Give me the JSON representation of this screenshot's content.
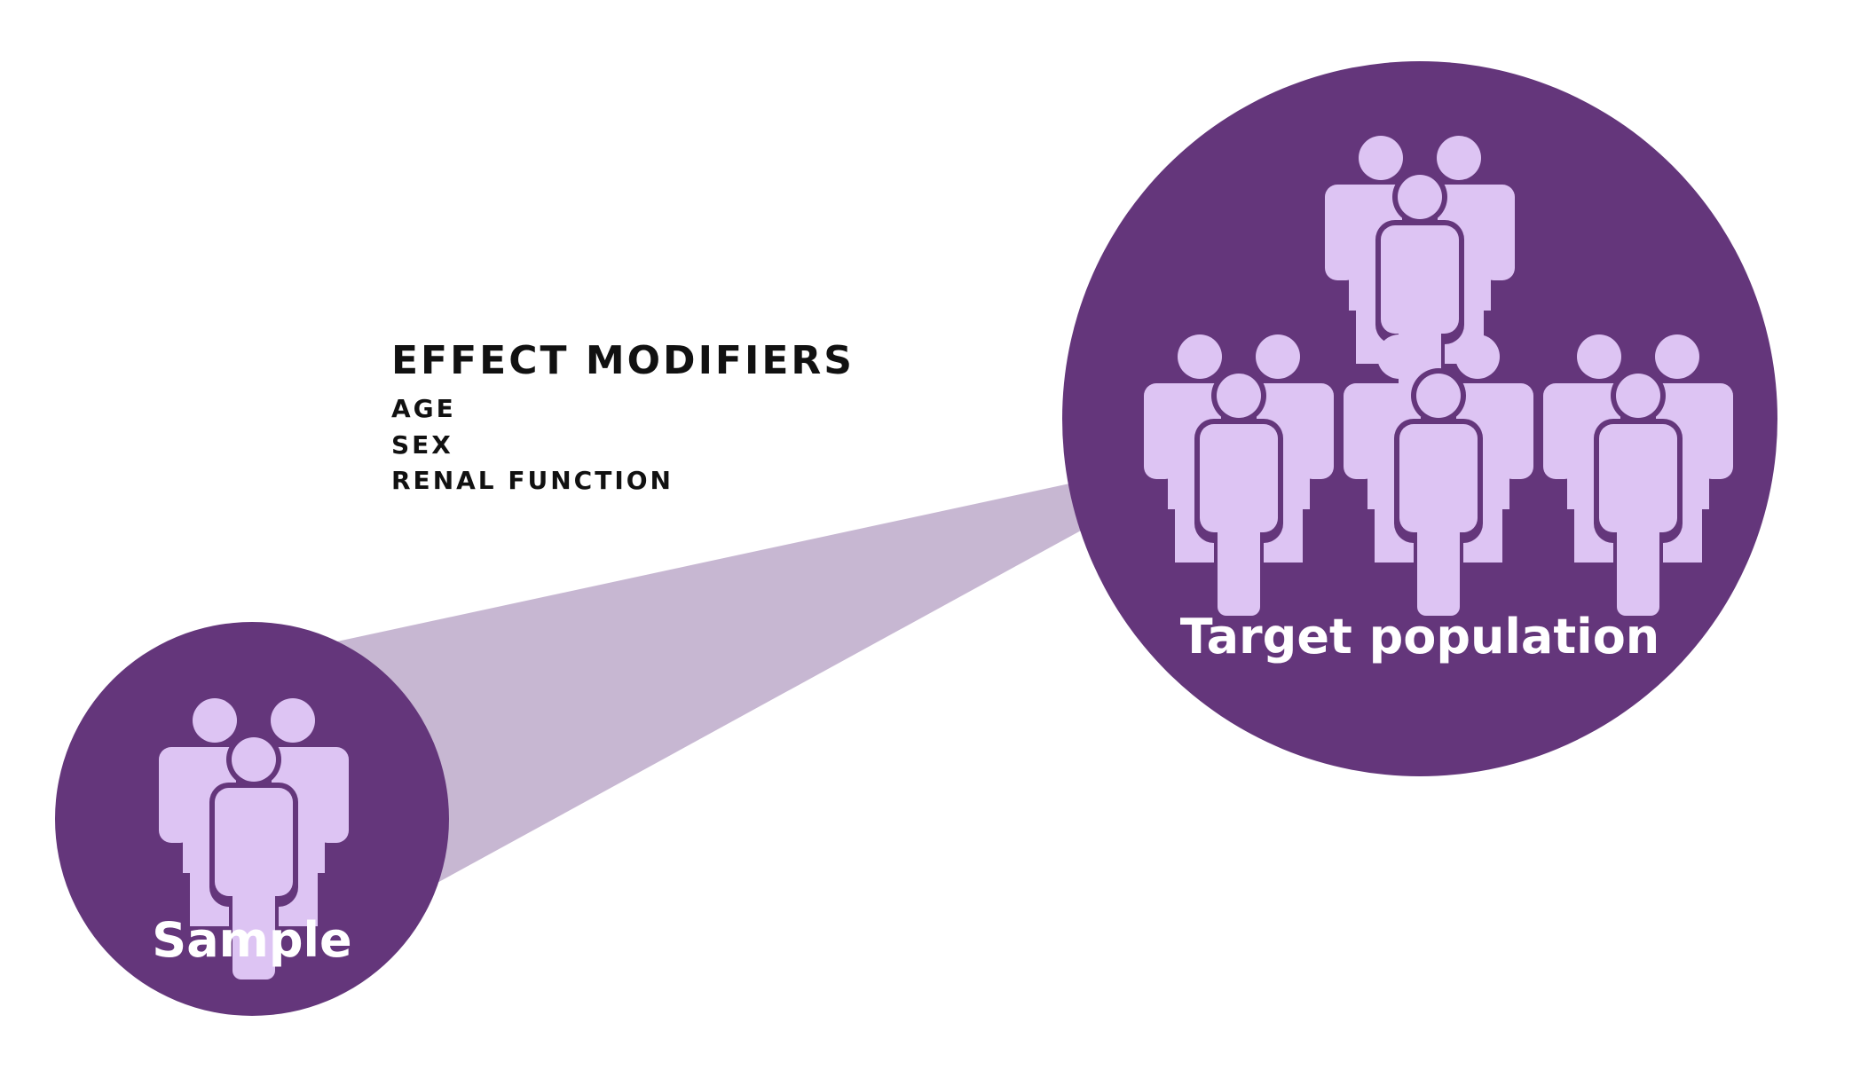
{
  "colors": {
    "circle_fill": "#64367b",
    "beam_fill": "#c7b7d2",
    "figure_fill": "#ddc4f3",
    "label_text": "#ffffff",
    "modifier_text": "#111111",
    "background": "#ffffff"
  },
  "icon": "group-of-people-icon",
  "effect_modifiers": {
    "title": "EFFECT MODIFIERS",
    "items": [
      "AGE",
      "SEX",
      "RENAL FUNCTION"
    ]
  },
  "sample": {
    "label": "Sample",
    "group_count": 1
  },
  "target_population": {
    "label": "Target population",
    "group_count": 4
  }
}
